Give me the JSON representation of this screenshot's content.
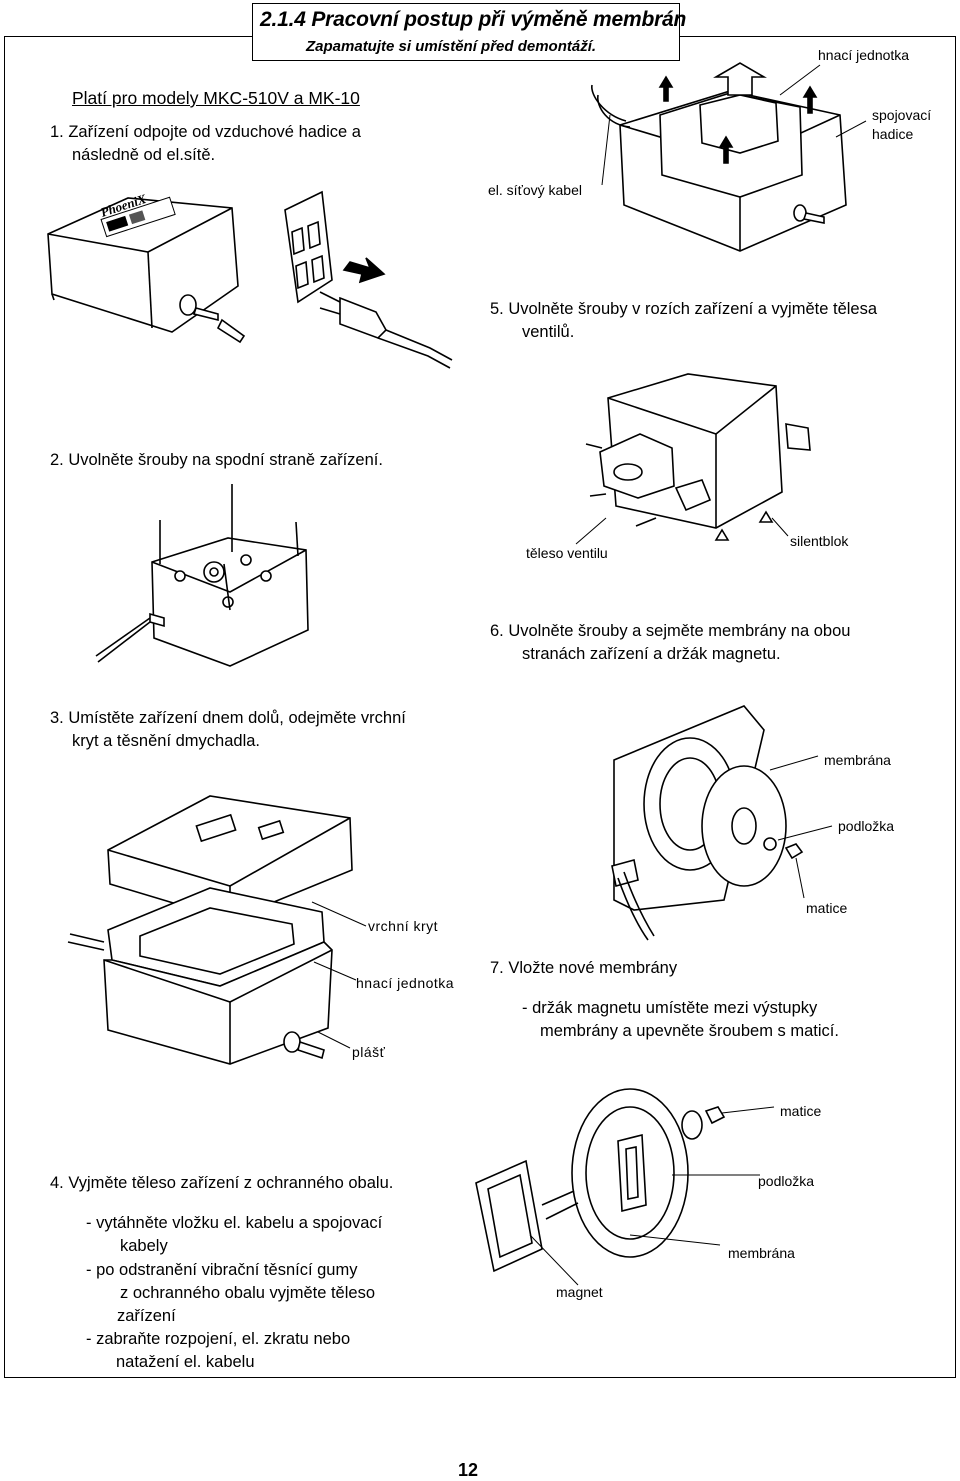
{
  "header": {
    "title": "2.1.4 Pracovní postup při výměně membrán",
    "subtitle": "Zapamatujte si umístění před demontáží."
  },
  "models_note": "Platí pro modely MKC-510V a  MK-10",
  "steps": {
    "s1": {
      "line1": "1.  Zařízení odpojte od vzduchové hadice a",
      "line2": "následně  od el.sítě."
    },
    "s2": {
      "line1": "2.  Uvolněte šrouby na spodní straně zařízení."
    },
    "s3": {
      "line1": "3.  Umístěte zařízení dnem dolů, odejměte vrchní",
      "line2": "kryt a těsnění  dmychadla."
    },
    "s4": {
      "line1": "4.   Vyjměte těleso zařízení z ochranného obalu.",
      "b1a": "-      vytáhněte vložku el. kabelu a spojovací",
      "b1b": "kabely",
      "b2a": "-      po odstranění vibrační těsnící gumy",
      "b2b": "z ochranného  obalu  vyjměte těleso",
      "b2c": "zařízení",
      "b3a": "-      zabraňte rozpojení,   el. zkratu nebo",
      "b3b": "natažení  el. kabelu"
    },
    "s5": {
      "line1": "5.  Uvolněte šrouby v rozích zařízení a vyjměte tělesa",
      "line2": "ventilů."
    },
    "s6": {
      "line1": "6.   Uvolněte šrouby a sejměte membrány na obou",
      "line2": "stranách zařízení a držák magnetu."
    },
    "s7": {
      "line1": "7.   Vložte nové membrány",
      "b1a": "-   držák magnetu umístěte mezi výstupky",
      "b1b": "membrány a upevněte šroubem s maticí."
    }
  },
  "labels": {
    "drive_unit_top": "hnací jednotka",
    "connecting_hose": "spojovací",
    "connecting_hose2": "hadice",
    "power_cable": "el. síťový kabel",
    "valve_body": "těleso ventilu",
    "silent_block": "silentblok",
    "membrane": "membrána",
    "washer": "podložka",
    "nut": "matice",
    "top_cover": "vrchní kryt",
    "drive_unit": "hnací jednotka",
    "casing": "plášť",
    "nut2": "matice",
    "washer2": "podložka",
    "membrane2": "membrána",
    "magnet": "magnet"
  },
  "brand_logo_text": "PhoeniX",
  "page_number": "12"
}
